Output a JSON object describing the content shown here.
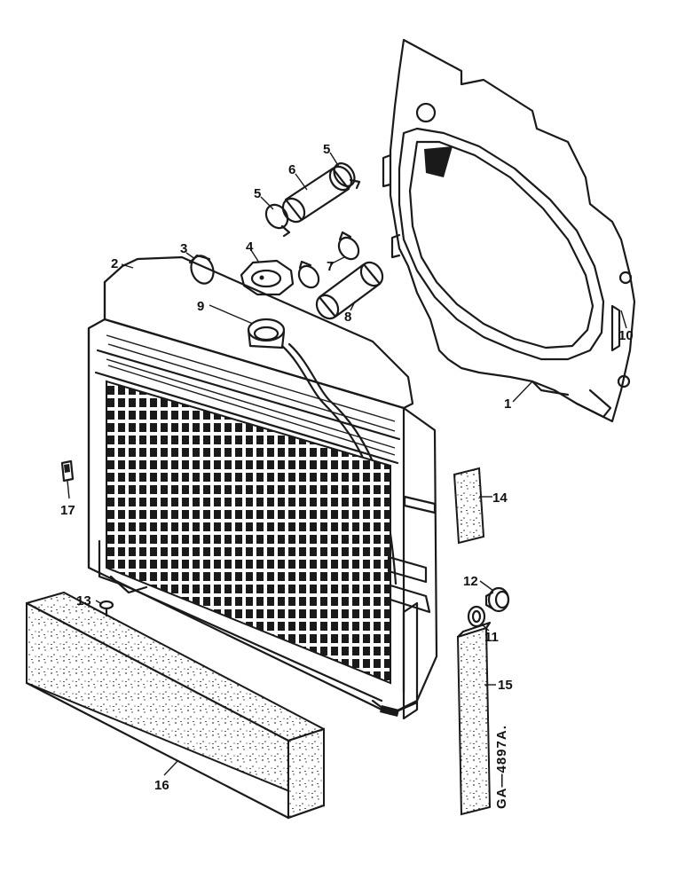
{
  "callouts": {
    "c1": "1",
    "c2": "2",
    "c3": "3",
    "c4": "4",
    "c5a": "5",
    "c5b": "5",
    "c6": "6",
    "c7": "7",
    "c8": "8",
    "c9": "9",
    "c10": "10",
    "c11": "11",
    "c12": "12",
    "c13": "13",
    "c14": "14",
    "c15": "15",
    "c16": "16",
    "c17": "17"
  },
  "drawing_code": "GA—4897A."
}
